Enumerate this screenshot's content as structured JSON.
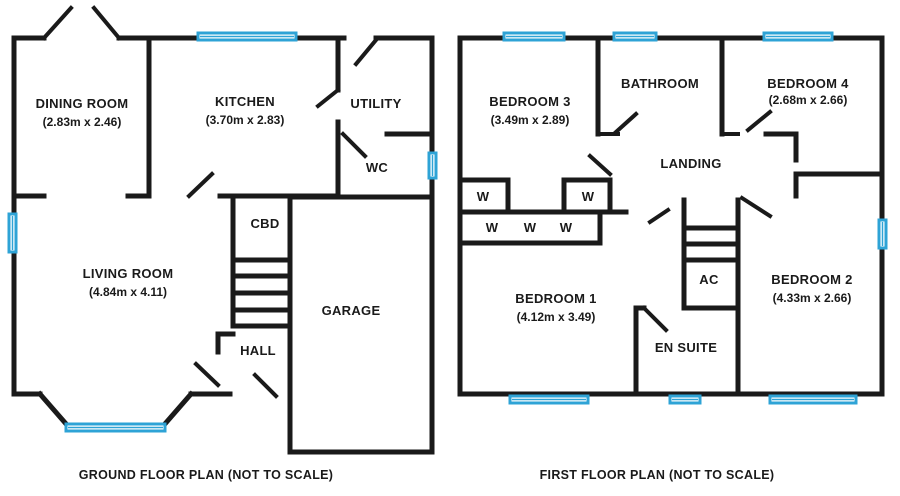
{
  "ground_floor": {
    "caption": "GROUND FLOOR PLAN (NOT TO SCALE)",
    "rooms": {
      "dining": {
        "name": "DINING ROOM",
        "dim": "(2.83m x 2.46)"
      },
      "kitchen": {
        "name": "KITCHEN",
        "dim": "(3.70m x 2.83)"
      },
      "utility": {
        "name": "UTILITY"
      },
      "wc": {
        "name": "WC"
      },
      "living": {
        "name": "LIVING ROOM",
        "dim": "(4.84m x 4.11)"
      },
      "cbd": {
        "name": "CBD"
      },
      "garage": {
        "name": "GARAGE"
      },
      "hall": {
        "name": "HALL"
      }
    }
  },
  "first_floor": {
    "caption": "FIRST FLOOR PLAN (NOT TO SCALE)",
    "rooms": {
      "bedroom3": {
        "name": "BEDROOM 3",
        "dim": "(3.49m x 2.89)"
      },
      "bathroom": {
        "name": "BATHROOM"
      },
      "bedroom4": {
        "name": "BEDROOM 4",
        "dim": "(2.68m x 2.66)"
      },
      "landing": {
        "name": "LANDING"
      },
      "bedroom1": {
        "name": "BEDROOM 1",
        "dim": "(4.12m x 3.49)"
      },
      "bedroom2": {
        "name": "BEDROOM 2",
        "dim": "(4.33m x 2.66)"
      },
      "ensuite": {
        "name": "EN SUITE"
      },
      "ac": {
        "name": "AC"
      }
    },
    "wardrobe_label": "W"
  },
  "colors": {
    "walls": "#1a1a1a",
    "windows": "#2ea3d6"
  }
}
